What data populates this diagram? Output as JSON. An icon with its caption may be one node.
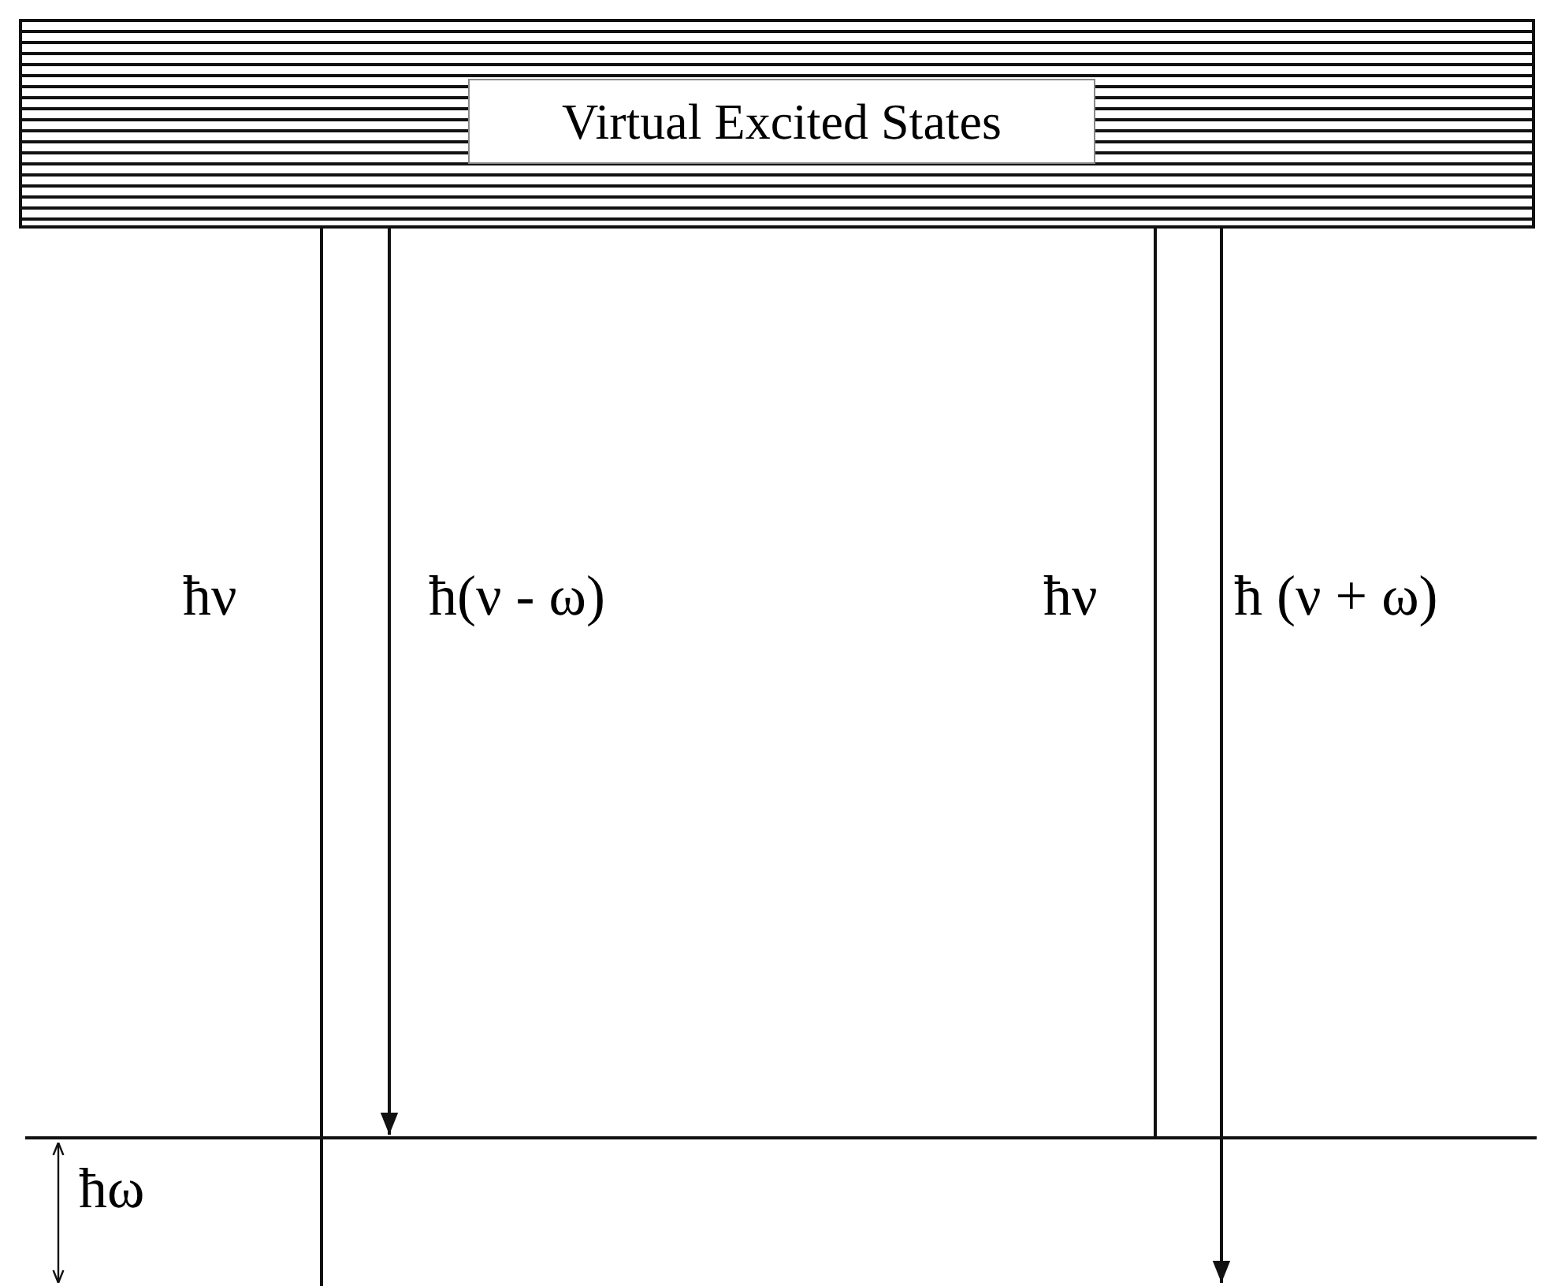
{
  "diagram": {
    "nodes": [
      {
        "text": [
          "Virtual Excited States"
        ]
      },
      {
        "text": [],
        "shape": "bar"
      }
    ],
    "edges": [
      {
        "from": null,
        "to": 0,
        "arrow": "none",
        "label": "ħν"
      },
      {
        "from": 0,
        "to": 1,
        "arrow": "to",
        "label": "ħ(ν - ω)"
      },
      {
        "from": 1,
        "to": 0,
        "arrow": "none",
        "label": "ħν"
      },
      {
        "from": 0,
        "to": null,
        "arrow": "to",
        "label": "ħ (ν + ω)"
      }
    ],
    "labels": [
      "ħω"
    ]
  }
}
